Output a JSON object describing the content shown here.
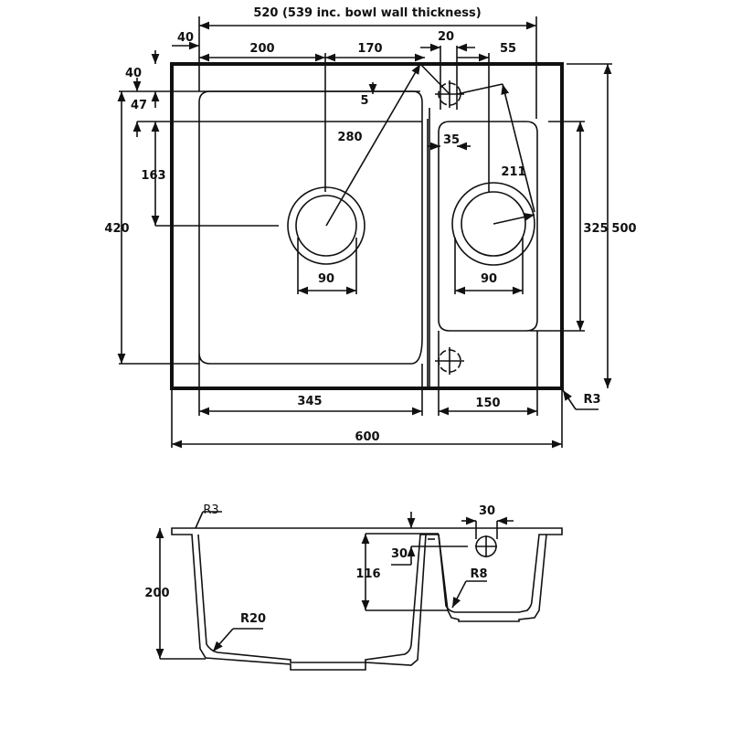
{
  "title": "520 (539 inc. bowl wall thickness)",
  "plan_view": {
    "dims": {
      "left_margin": "40",
      "main_bowl_to_waste": "200",
      "waste_to_tap": "170",
      "tap_hole": "20",
      "tap_to_small_waste": "55",
      "top_margin": "40",
      "top_to_bowl": "47",
      "tap_offset": "5",
      "diag_main": "280",
      "tap_to_small_bowl": "35",
      "bowl_to_waste_depth": "163",
      "diag_small": "211",
      "main_bowl_depth": "420",
      "small_bowl_depth": "325",
      "overall_depth": "500",
      "main_waste_dia": "90",
      "small_waste_dia": "90",
      "main_bowl_width": "345",
      "small_bowl_width": "150",
      "corner_radius": "R3",
      "overall_width": "600"
    }
  },
  "section_view": {
    "dims": {
      "corner_radius": "R3",
      "tap_hole_dia": "30",
      "divider_offset": "30",
      "small_bowl_depth": "116",
      "small_bowl_radius": "R8",
      "main_bowl_depth": "200",
      "main_bowl_radius": "R20"
    }
  }
}
